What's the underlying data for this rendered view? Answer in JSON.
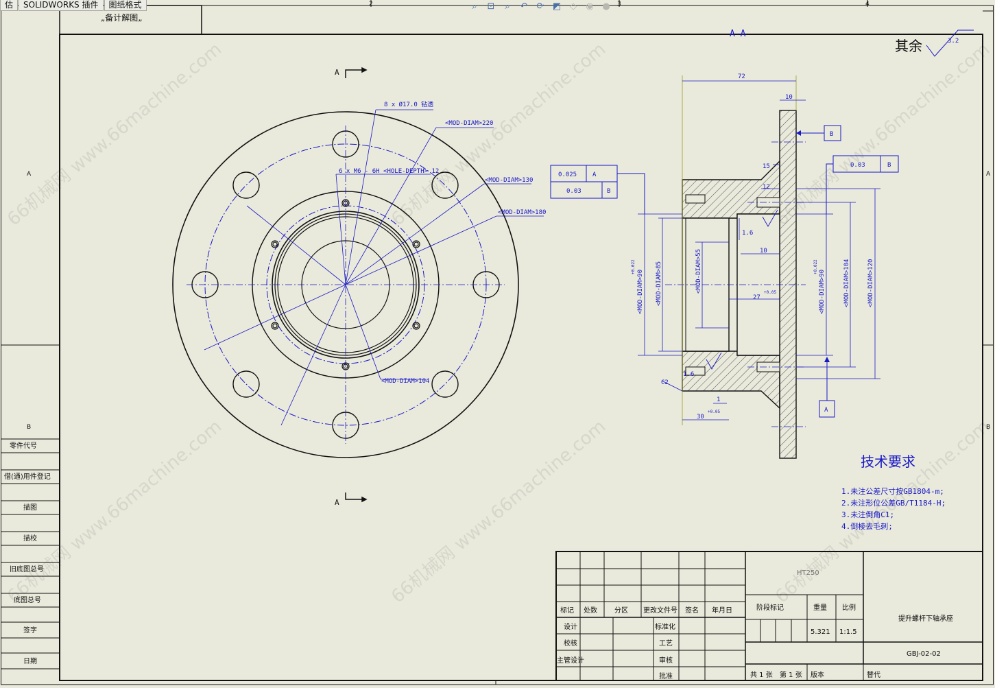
{
  "tabs": [
    "估",
    "SOLIDWORKS 插件",
    "图纸格式"
  ],
  "toolbar_icons": [
    "zoom-to-fit-icon",
    "zoom-area-icon",
    "zoom-in-out-icon",
    "previous-view-icon",
    "rotate-icon",
    "display-style-icon",
    "view-orientation-icon",
    "hide-show-icon",
    "appearance-icon"
  ],
  "header_stub": "„备计解图„",
  "grid": {
    "top": [
      "2",
      "3",
      "4"
    ],
    "side": [
      "A",
      "B"
    ]
  },
  "section_label": "A-A",
  "section_marks": [
    "A",
    "A"
  ],
  "roughness": {
    "prefix": "其余",
    "value": "3.2"
  },
  "front": {
    "holes_note": "8 x Ø17.0 钻透",
    "threads_note": "6 x M6 - 6H <HOLE-DEPTH> 12",
    "dim_220": "<MOD-DIAM>220",
    "dim_130": "<MOD-DIAM>130",
    "dim_180": "<MOD-DIAM>180",
    "dim_104": "<MOD-DIAM>104"
  },
  "section": {
    "dim_72": "72",
    "dim_10_top": "10",
    "dim_15": "15",
    "dim_12": "12",
    "dim_1_6a": "1.6",
    "dim_10_mid": "10",
    "dim_27": "27",
    "dim_27_tol": "+0.05",
    "dim_1_6b": "1.6",
    "dim_c2": "C2",
    "dim_1": "1",
    "dim_30": "30",
    "dim_30_tol": "+0.05",
    "dim_90_left": "<MOD-DIAM>90",
    "dim_90_left_tol": "+0.022",
    "dim_85": "<MOD-DIAM>85",
    "dim_55": "<MOD-DIAM>55",
    "dim_90_right": "<MOD-DIAM>90",
    "dim_90_right_tol": "+0.022",
    "dim_104r": "<MOD-DIAM>104",
    "dim_120": "<MOD-DIAM>120",
    "fcf_left": [
      {
        "value": "0.025",
        "ref": "A"
      },
      {
        "value": "0.03",
        "ref": "B"
      }
    ],
    "fcf_right": {
      "value": "0.03",
      "ref": "B"
    },
    "datum_b": "B",
    "datum_a": "A"
  },
  "tech": {
    "title": "技术要求",
    "items": [
      "1.未注公差尺寸按GB1804-m;",
      "2.未注形位公差GB/T1184-H;",
      "3.未注倒角C1;",
      "4.倒棱去毛刺;"
    ]
  },
  "left_column": [
    "零件代号",
    "借(通)用件登记",
    "描图",
    "描校",
    "旧底图总号",
    "底图总号",
    "签字",
    "日期"
  ],
  "title_block": {
    "material": "HT250",
    "part_name": "提升螺杆下轴承座",
    "drawing_no": "GBJ-02-02",
    "rev_headers": [
      "标记",
      "处数",
      "分区",
      "更改文件号",
      "签名",
      "年月日"
    ],
    "roles_left": [
      "设计",
      "校核",
      "主管设计"
    ],
    "roles_right": [
      "标准化",
      "工艺",
      "审核",
      "批准"
    ],
    "stage_label": "阶段标记",
    "weight_label": "重量",
    "scale_label": "比例",
    "weight": "5.321",
    "scale": "1:1.5",
    "sheets_total": "共 1 张",
    "sheet_no": "第 1 张",
    "version": "版本",
    "replace": "替代"
  },
  "watermark": "66机械网 www.66machine.com",
  "colors": {
    "line": "#1818c8",
    "border": "#111111",
    "paper": "#e9e9dc",
    "dim": "#1818c8",
    "tolerance_ext": "#9a9a2a"
  }
}
